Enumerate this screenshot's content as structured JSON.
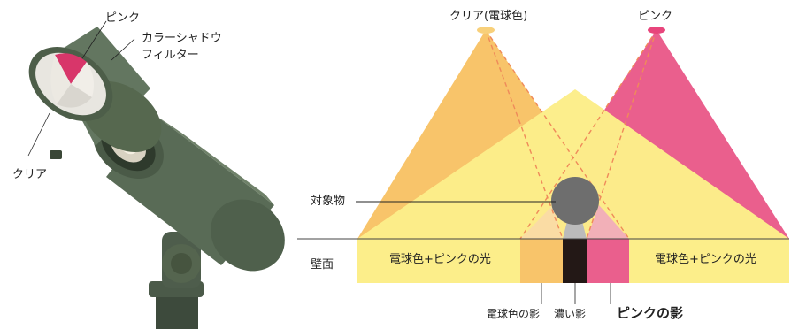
{
  "fixture": {
    "labels": {
      "pink": "ピンク",
      "color_shadow_filter_line1": "カラーシャドウ",
      "color_shadow_filter_line2": "フィルター",
      "clear": "クリア"
    }
  },
  "diagram": {
    "light_sources": {
      "clear_warm": "クリア(電球色)",
      "pink": "ピンク"
    },
    "object_label": "対象物",
    "wall_label": "壁面",
    "wall_text_left": "電球色+ピンクの光",
    "wall_text_right": "電球色+ピンクの光",
    "shadows": {
      "warm_shadow": "電球色の影",
      "dark_shadow": "濃い影",
      "pink_shadow": "ピンクの影"
    },
    "colors": {
      "warm_light": "#f8c46a",
      "pink_light": "#ea5f8d",
      "mixed_light": "#fcee8a",
      "dark_shadow": "#231816",
      "object": "#6e6e6e"
    }
  }
}
